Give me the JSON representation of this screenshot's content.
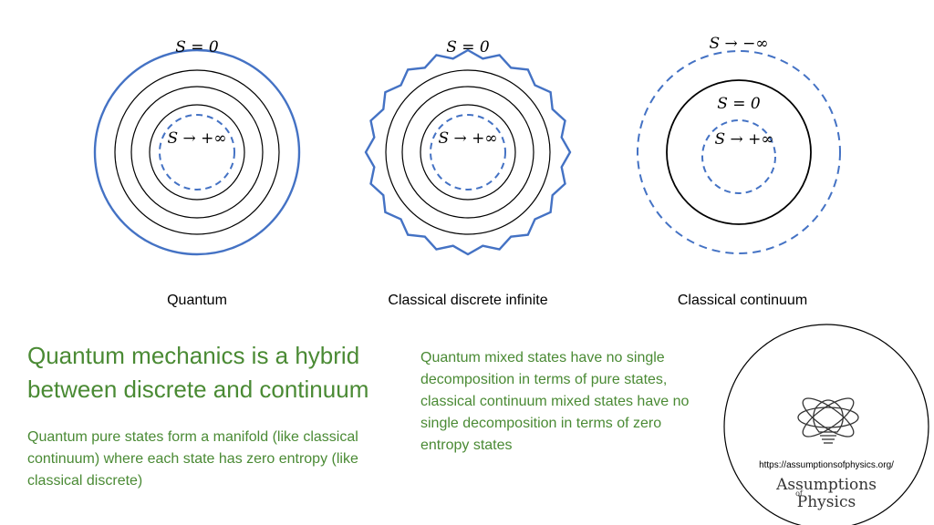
{
  "panels": [
    {
      "caption": "Quantum",
      "top_label": "S = 0",
      "inner_label": "S → +∞"
    },
    {
      "caption": "Classical discrete infinite",
      "top_label": "S = 0",
      "inner_label": "S → +∞"
    },
    {
      "caption": "Classical continuum",
      "top_label": "S → −∞",
      "middle_label": "S = 0",
      "inner_label": "S → +∞"
    }
  ],
  "heading": "Quantum mechanics is a hybrid between discrete and continuum",
  "left_text": "Quantum pure states form a manifold (like classical continuum) where each state has zero entropy (like classical discrete)",
  "right_text": "Quantum mixed states have no single decomposition in terms of pure states, classical continuum mixed states have no single decomposition in terms of zero entropy states",
  "logo": {
    "url": "https://assumptionsofphysics.org/",
    "name_line1": "Assumptions",
    "name_of": "of",
    "name_line2": "Physics",
    "icon": "atom-lightbulb-icon"
  },
  "colors": {
    "accent_blue": "#4472c4",
    "text_green": "#4a8a34",
    "black": "#000000"
  }
}
